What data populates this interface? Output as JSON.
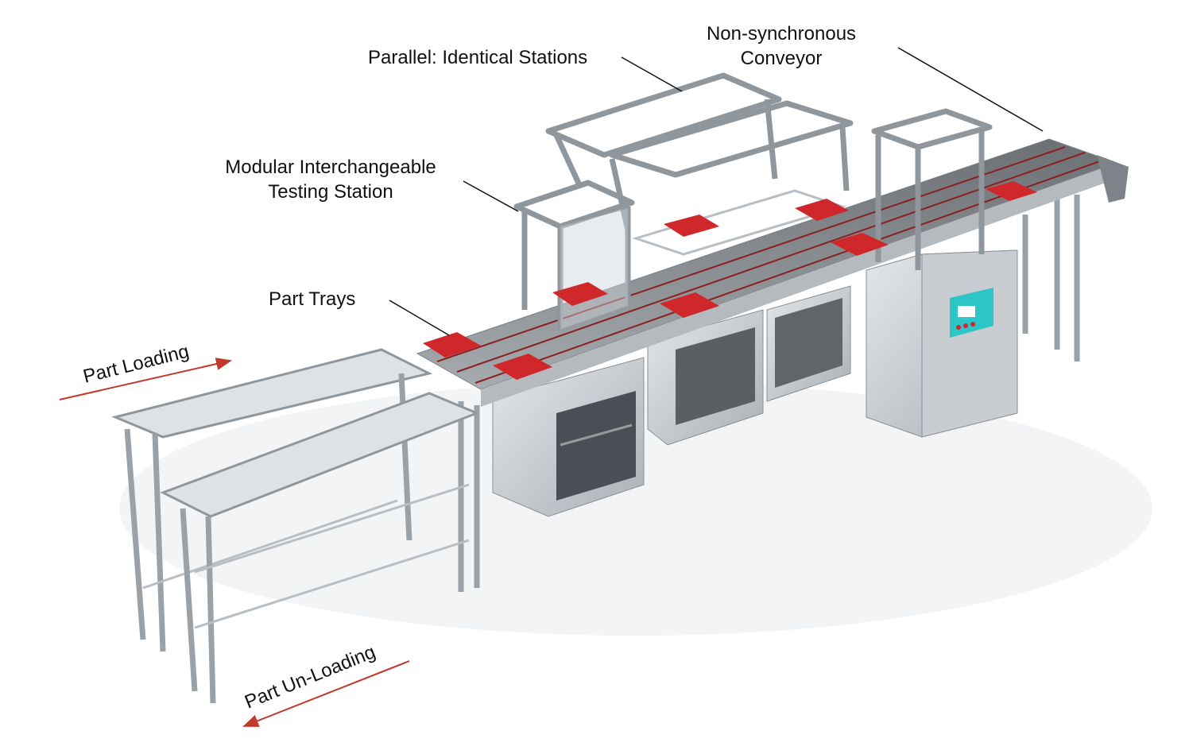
{
  "labels": {
    "parallel": "Parallel: Identical Stations",
    "nonsync_line1": "Non-synchronous",
    "nonsync_line2": "Conveyor",
    "modular_line1": "Modular Interchangeable",
    "modular_line2": "Testing Station",
    "part_trays": "Part Trays",
    "part_loading": "Part Loading",
    "part_unloading": "Part Un-Loading"
  },
  "colors": {
    "arrow": "#c0392b",
    "tray": "#d0282a",
    "panel": "#2cc5c8",
    "frame": "#8f969c"
  }
}
